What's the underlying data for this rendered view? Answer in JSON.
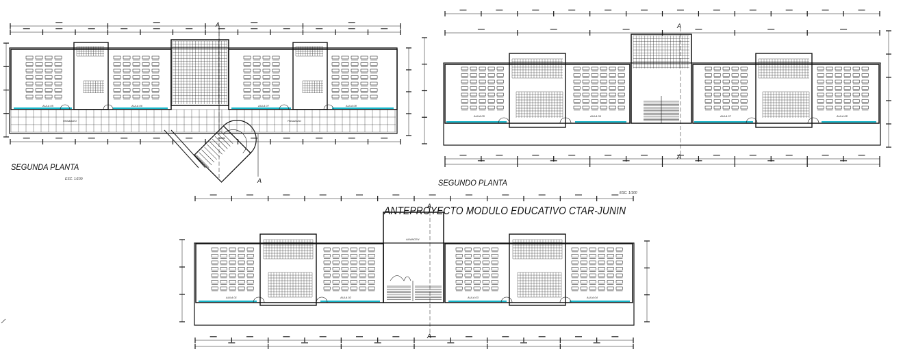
{
  "drawing": {
    "title": "ANTEPROYECTO MODULO EDUCATIVO CTAR-JUNIN",
    "colors": {
      "line": "#111111",
      "accent": "#17b6c9",
      "bg": "#ffffff"
    }
  },
  "plans": [
    {
      "id": "segunda",
      "label": "SEGUNDA PLANTA",
      "scale": "ESC. 1/100",
      "section_marks": [
        "A",
        "A"
      ],
      "rooms": [
        "AULA 05",
        "AULA 06",
        "AULA 07",
        "AULA 08"
      ],
      "corridor_labels": [
        "PASADIZO",
        "PASADIZO"
      ]
    },
    {
      "id": "segundo",
      "label": "SEGUNDO PLANTA",
      "scale": "ESC. 1/100",
      "section_marks": [
        "A",
        "A"
      ],
      "rooms": [
        "AULA 05",
        "AULA 06",
        "AULA 07",
        "AULA 08"
      ]
    },
    {
      "id": "primera",
      "label": "",
      "scale": "ESC. 1/100",
      "section_marks": [
        "A",
        "A"
      ],
      "rooms": [
        "AULA 01",
        "AULA 02",
        "ALMACEN",
        "AULA 03",
        "AULA 04"
      ]
    }
  ]
}
